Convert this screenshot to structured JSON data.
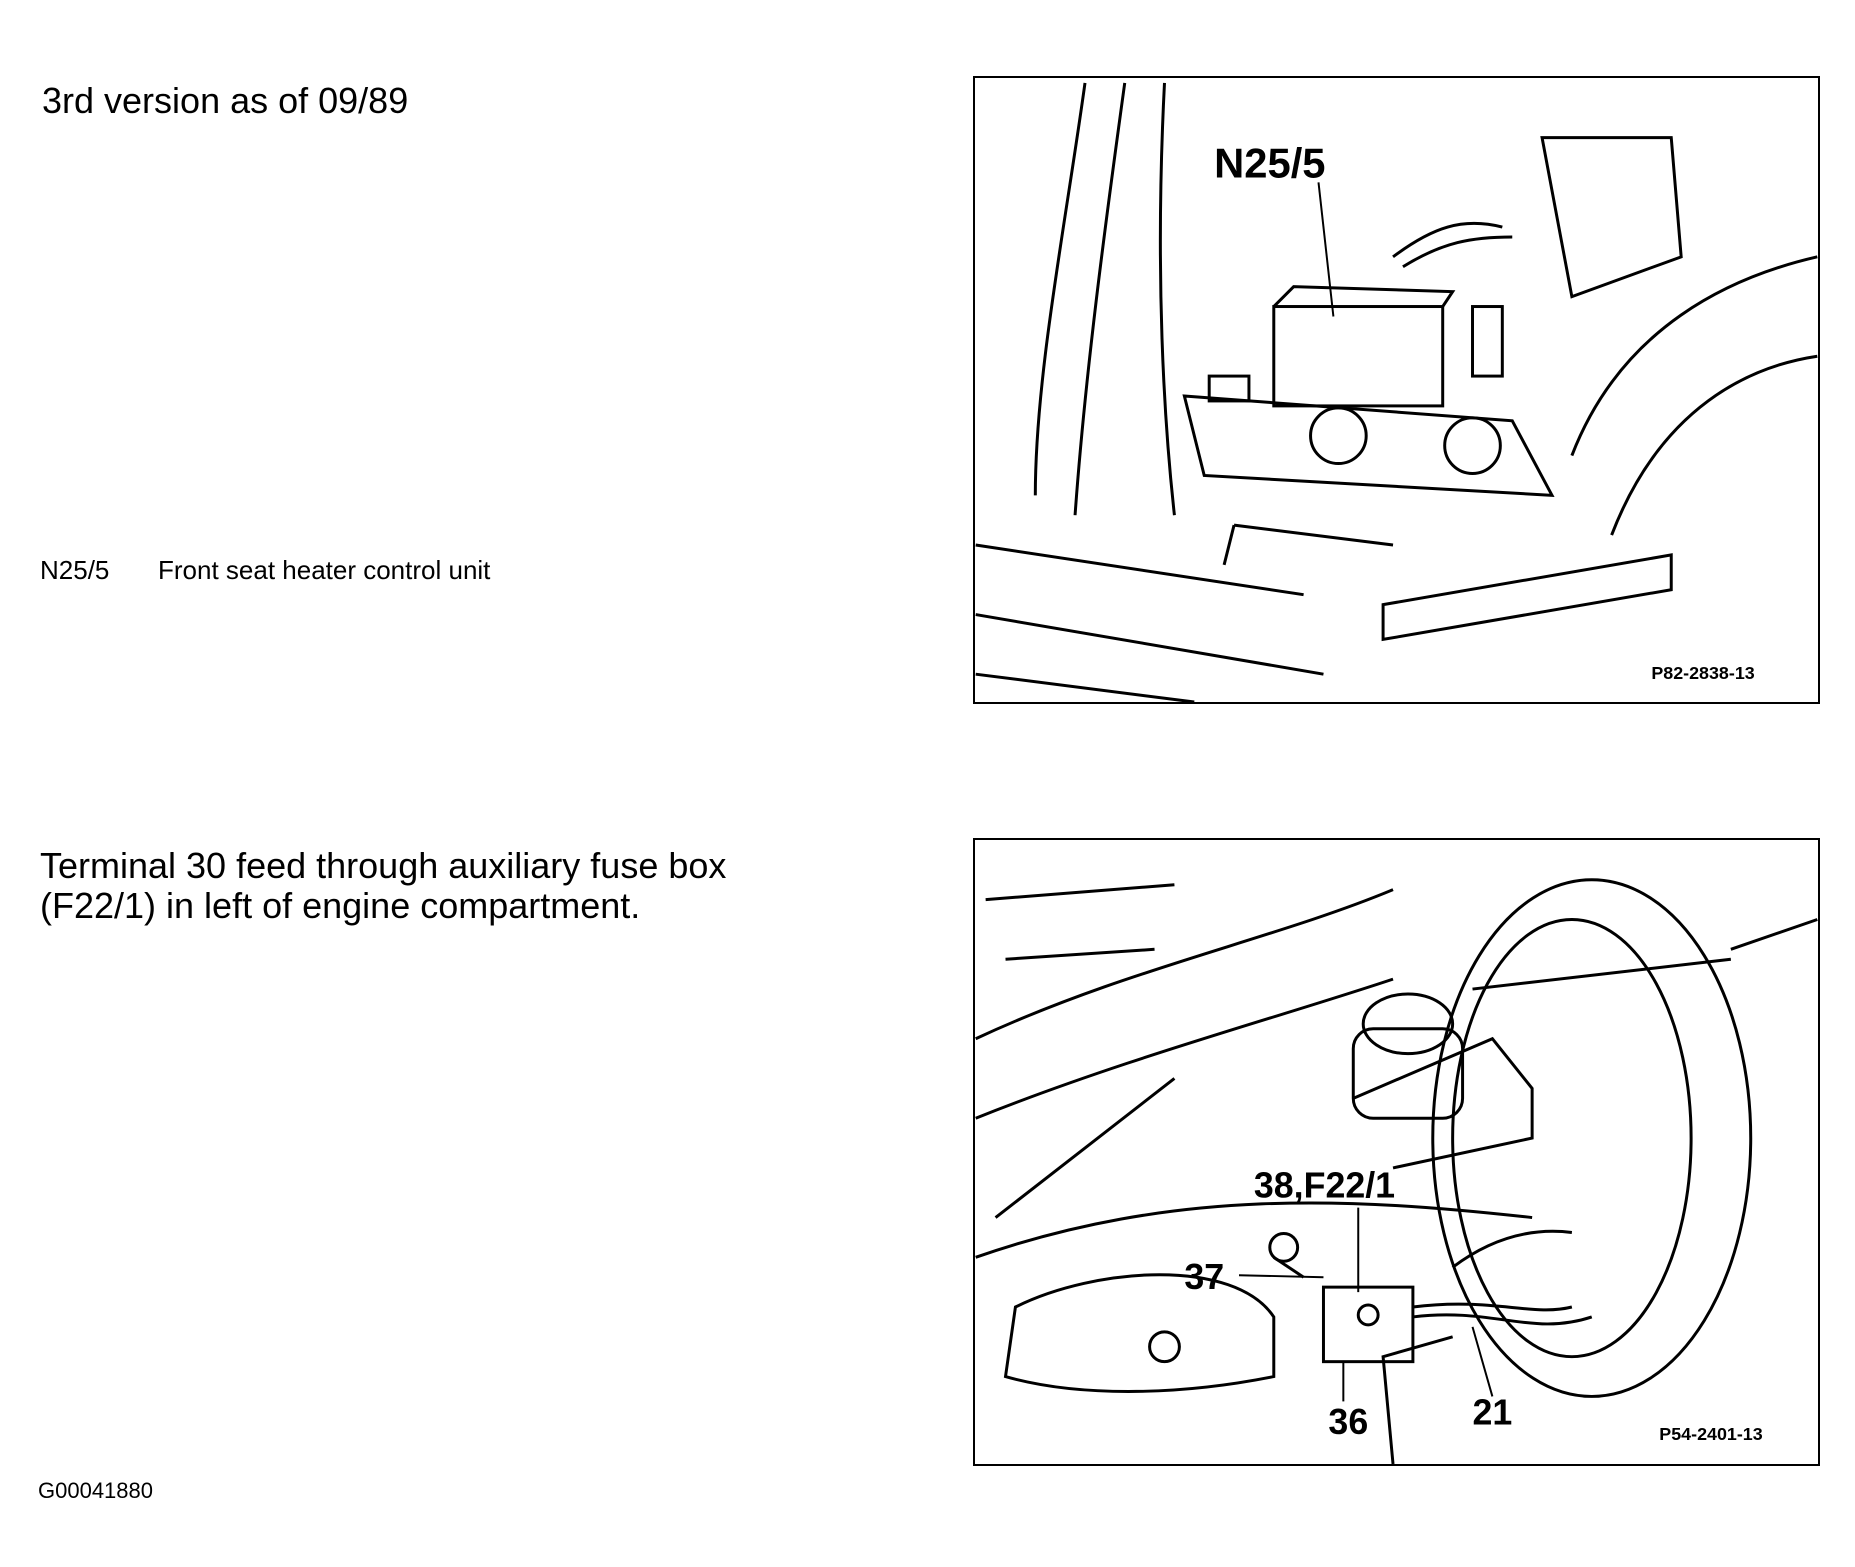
{
  "section1": {
    "heading": "3rd version as of 09/89",
    "legend": {
      "code": "N25/5",
      "description": "Front seat heater control unit"
    }
  },
  "figure1": {
    "callouts": [
      "N25/5"
    ],
    "ref": "P82-2838-13"
  },
  "section2": {
    "text_line1": "Terminal 30 feed through auxiliary fuse box",
    "text_line2": "(F22/1) in left of engine compartment."
  },
  "figure2": {
    "callouts": [
      "38,F22/1",
      "37",
      "36",
      "21"
    ],
    "ref": "P54-2401-13"
  },
  "document_id": "G00041880"
}
